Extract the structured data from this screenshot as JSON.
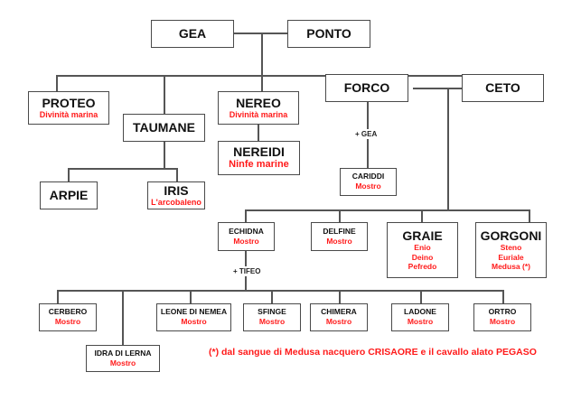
{
  "diagram": {
    "title": "Albero genealogico di Gea e Ponto",
    "accent_color": "#ff1a1a",
    "nodes": {
      "gea": {
        "name": "GEA"
      },
      "ponto": {
        "name": "PONTO"
      },
      "proteo": {
        "name": "PROTEO",
        "sub": "Divinità marina"
      },
      "taumane": {
        "name": "TAUMANE"
      },
      "nereo": {
        "name": "NEREO",
        "sub": "Divinità marina"
      },
      "forco": {
        "name": "FORCO"
      },
      "ceto": {
        "name": "CETO"
      },
      "nereidi": {
        "name": "NEREIDI",
        "sub": "Ninfe marine"
      },
      "arpie": {
        "name": "ARPIE"
      },
      "iris": {
        "name": "IRIS",
        "sub": "L'arcobaleno"
      },
      "cariddi": {
        "name": "CARIDDI",
        "sub": "Mostro"
      },
      "echidna": {
        "name": "ECHIDNA",
        "sub": "Mostro"
      },
      "delfine": {
        "name": "DELFINE",
        "sub": "Mostro"
      },
      "graie": {
        "name": "GRAIE",
        "sub": [
          "Enio",
          "Deino",
          "Pefredo"
        ]
      },
      "gorgoni": {
        "name": "GORGONI",
        "sub": [
          "Steno",
          "Euriale",
          "Medusa (*)"
        ]
      },
      "cerbero": {
        "name": "CERBERO",
        "sub": "Mostro"
      },
      "idra": {
        "name": "IDRA DI LERNA",
        "sub": "Mostro"
      },
      "leone": {
        "name": "LEONE DI NEMEA",
        "sub": "Mostro"
      },
      "sfinge": {
        "name": "SFINGE",
        "sub": "Mostro"
      },
      "chimera": {
        "name": "CHIMERA",
        "sub": "Mostro"
      },
      "ladone": {
        "name": "LADONE",
        "sub": "Mostro"
      },
      "ortro": {
        "name": "ORTRO",
        "sub": "Mostro"
      }
    },
    "edge_labels": {
      "forco_gea": "+ GEA",
      "echidna_tifeo": "+ TIFEO"
    },
    "footnote": "(*) dal sangue di Medusa nacquero CRISAORE e il cavallo alato PEGASO"
  }
}
